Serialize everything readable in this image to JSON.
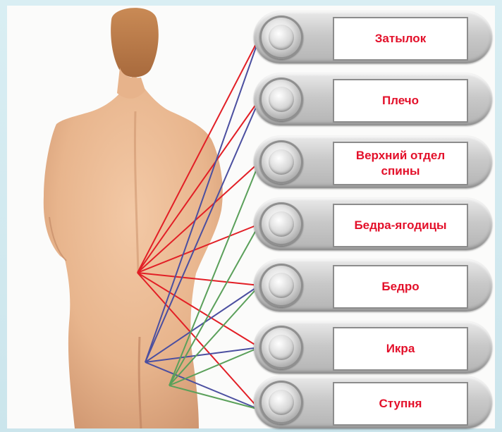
{
  "labels": {
    "neck": "Затылок",
    "shoulder": "Плечо",
    "upper_back": "Верхний отдел спины",
    "hips_buttocks": "Бедра-ягодицы",
    "thigh": "Бедро",
    "calf": "Икра",
    "foot": "Ступня"
  },
  "colors": {
    "label_text": "#e3102a",
    "red_line": "#e21f26",
    "blue_line": "#4b4fa0",
    "green_line": "#5aa05a"
  }
}
